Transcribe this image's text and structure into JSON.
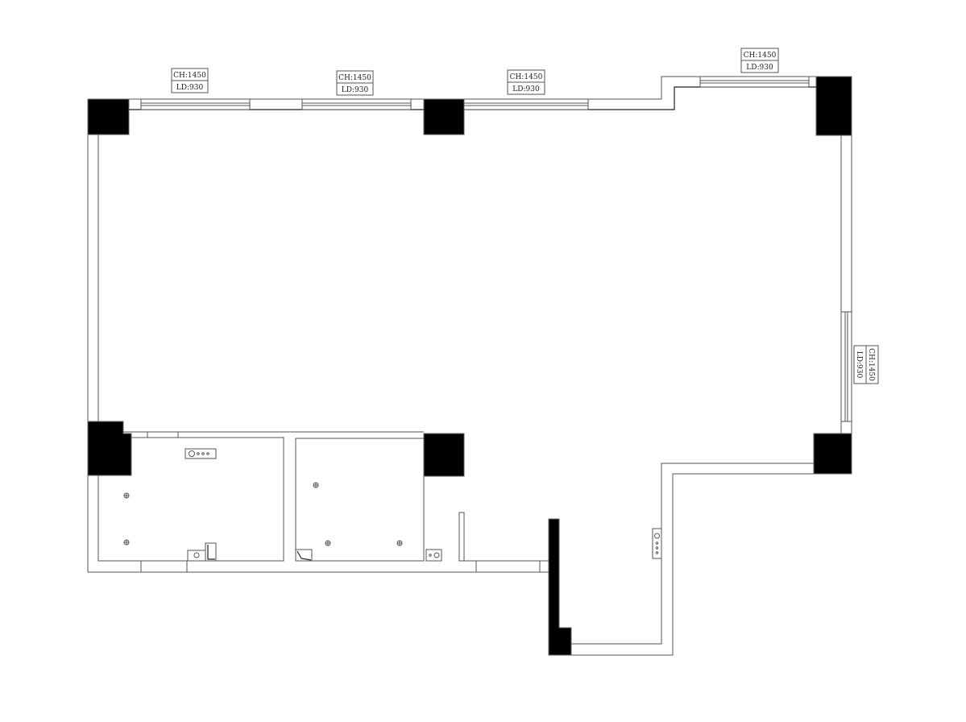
{
  "window_labels": [
    {
      "ch": "CH:1450",
      "ld": "LD:930"
    },
    {
      "ch": "CH:1450",
      "ld": "LD:930"
    },
    {
      "ch": "CH:1450",
      "ld": "LD:930"
    },
    {
      "ch": "CH:1450",
      "ld": "LD:930"
    },
    {
      "ch": "CH:1450",
      "ld": "LD:930"
    }
  ],
  "colors": {
    "column": "#000000",
    "wall": "#555555",
    "background": "#ffffff"
  }
}
